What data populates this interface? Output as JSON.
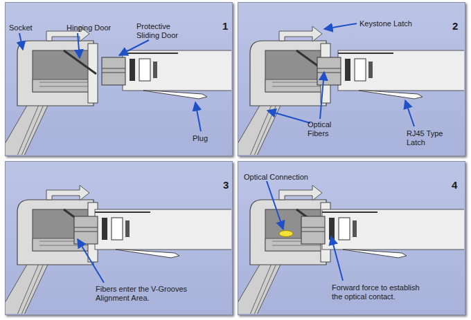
{
  "diagram": {
    "nodes": [
      {
        "text": [
          "Socket",
          "Hinging Door",
          "Protective Sliding Door",
          "1",
          "Plug"
        ]
      },
      {
        "text": [
          "Keystone Latch",
          "2",
          "Optical Fibers",
          "RJ45 Type Latch"
        ]
      },
      {
        "text": [
          "3",
          "Fibers enter the V-Grooves Alignment Area."
        ]
      },
      {
        "text": [
          "Optical Connection",
          "4",
          "Forward force to establish the optical contact."
        ]
      }
    ]
  }
}
